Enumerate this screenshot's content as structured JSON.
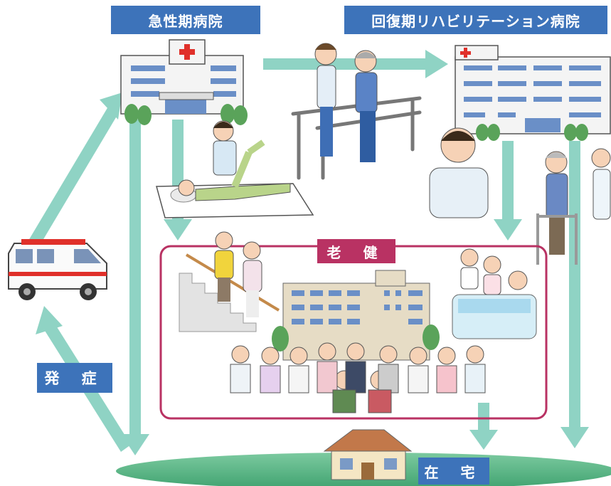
{
  "labels": {
    "acute_hospital": "急性期病院",
    "rehab_hospital": "回復期リハビリテーション病院",
    "roken": "老 健",
    "onset": "発 症",
    "home": "在 宅"
  },
  "colors": {
    "label_blue": "#3d73ba",
    "roken_pink": "#b93263",
    "arrow_teal": "#8fd3c4",
    "ground_green": "#5cb78a",
    "hospital_cross": "#e0302a"
  },
  "icons": {
    "acute_hospital": "hospital-building-icon",
    "rehab_hospital": "rehab-hospital-building-icon",
    "ambulance": "ambulance-icon",
    "care_facility": "care-facility-building-icon",
    "home": "house-icon"
  }
}
